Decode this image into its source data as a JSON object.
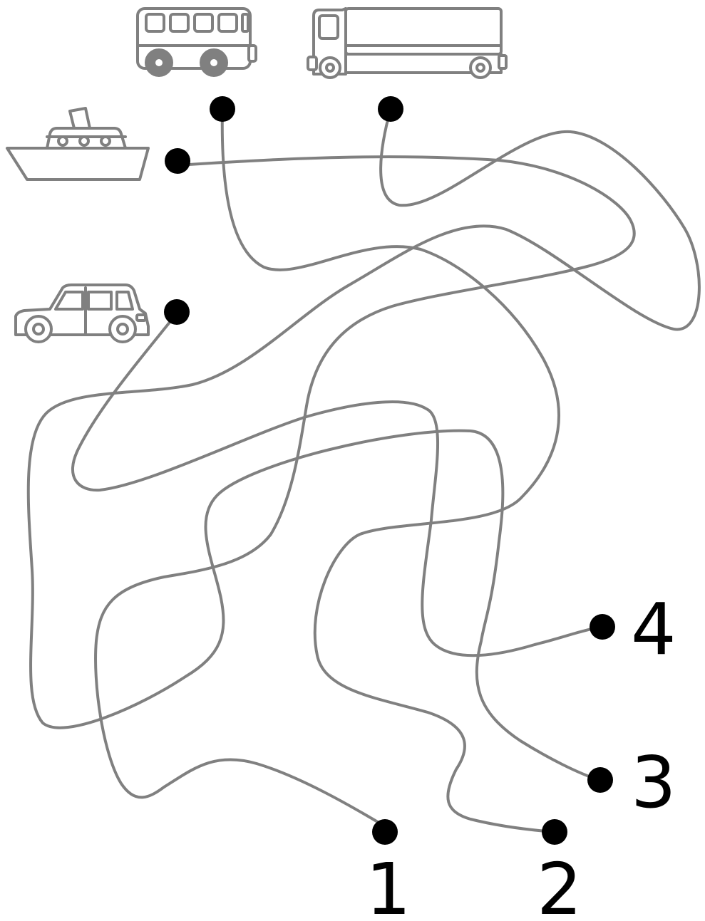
{
  "vehicles": [
    {
      "id": "bus",
      "icon": "bus-icon"
    },
    {
      "id": "truck",
      "icon": "truck-icon"
    },
    {
      "id": "ship",
      "icon": "ship-icon"
    },
    {
      "id": "car",
      "icon": "car-icon"
    }
  ],
  "numbers": [
    "1",
    "2",
    "3",
    "4"
  ],
  "colors": {
    "path": "#808080",
    "icon": "#808080",
    "dot": "#000000",
    "label": "#000000"
  }
}
